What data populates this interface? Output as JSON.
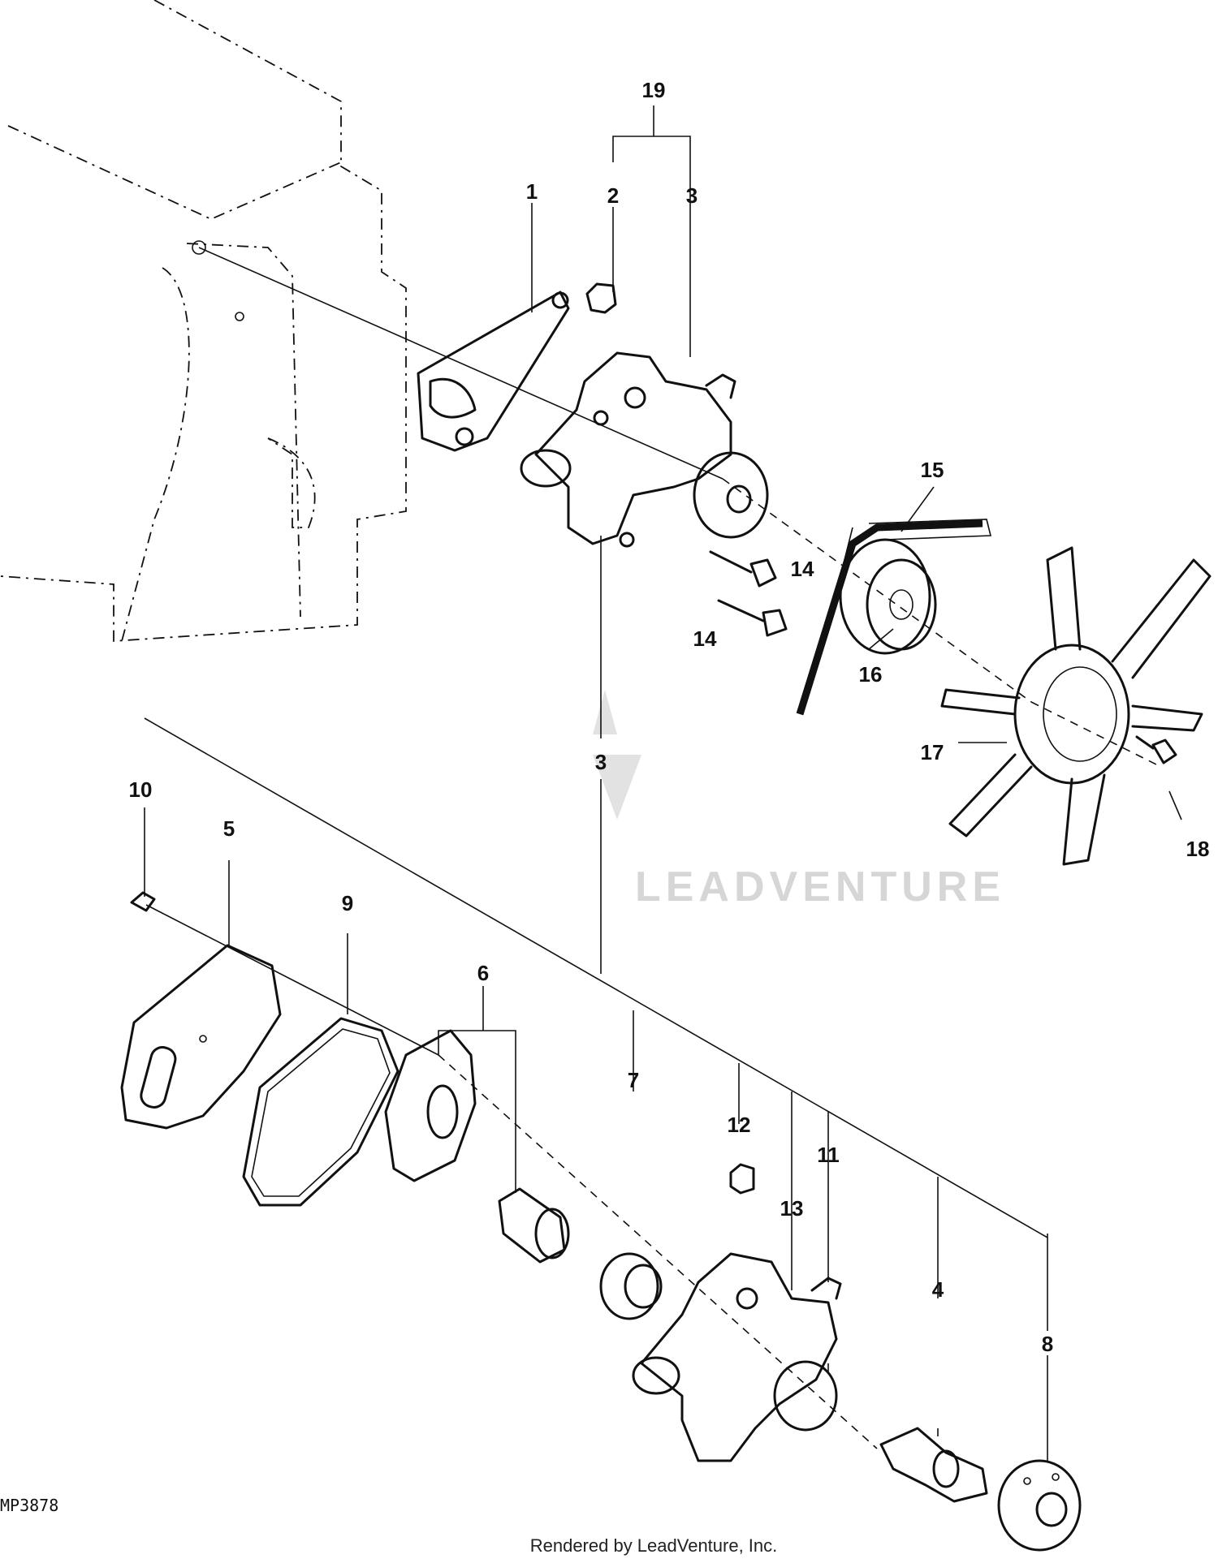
{
  "callouts": {
    "n1": "1",
    "n2": "2",
    "n3_top": "3",
    "n3_mid": "3",
    "n4": "4",
    "n5": "5",
    "n6": "6",
    "n7": "7",
    "n8": "8",
    "n9": "9",
    "n10": "10",
    "n11": "11",
    "n12": "12",
    "n13": "13",
    "n14_a": "14",
    "n14_b": "14",
    "n15": "15",
    "n16": "16",
    "n17": "17",
    "n18": "18",
    "n19": "19"
  },
  "figure_code": "MP3878",
  "footer": "Rendered by LeadVenture, Inc.",
  "watermark": "LEADVENTURE",
  "colors": {
    "ink": "#111111",
    "watermark": "#d6d6d6",
    "background": "#ffffff"
  }
}
